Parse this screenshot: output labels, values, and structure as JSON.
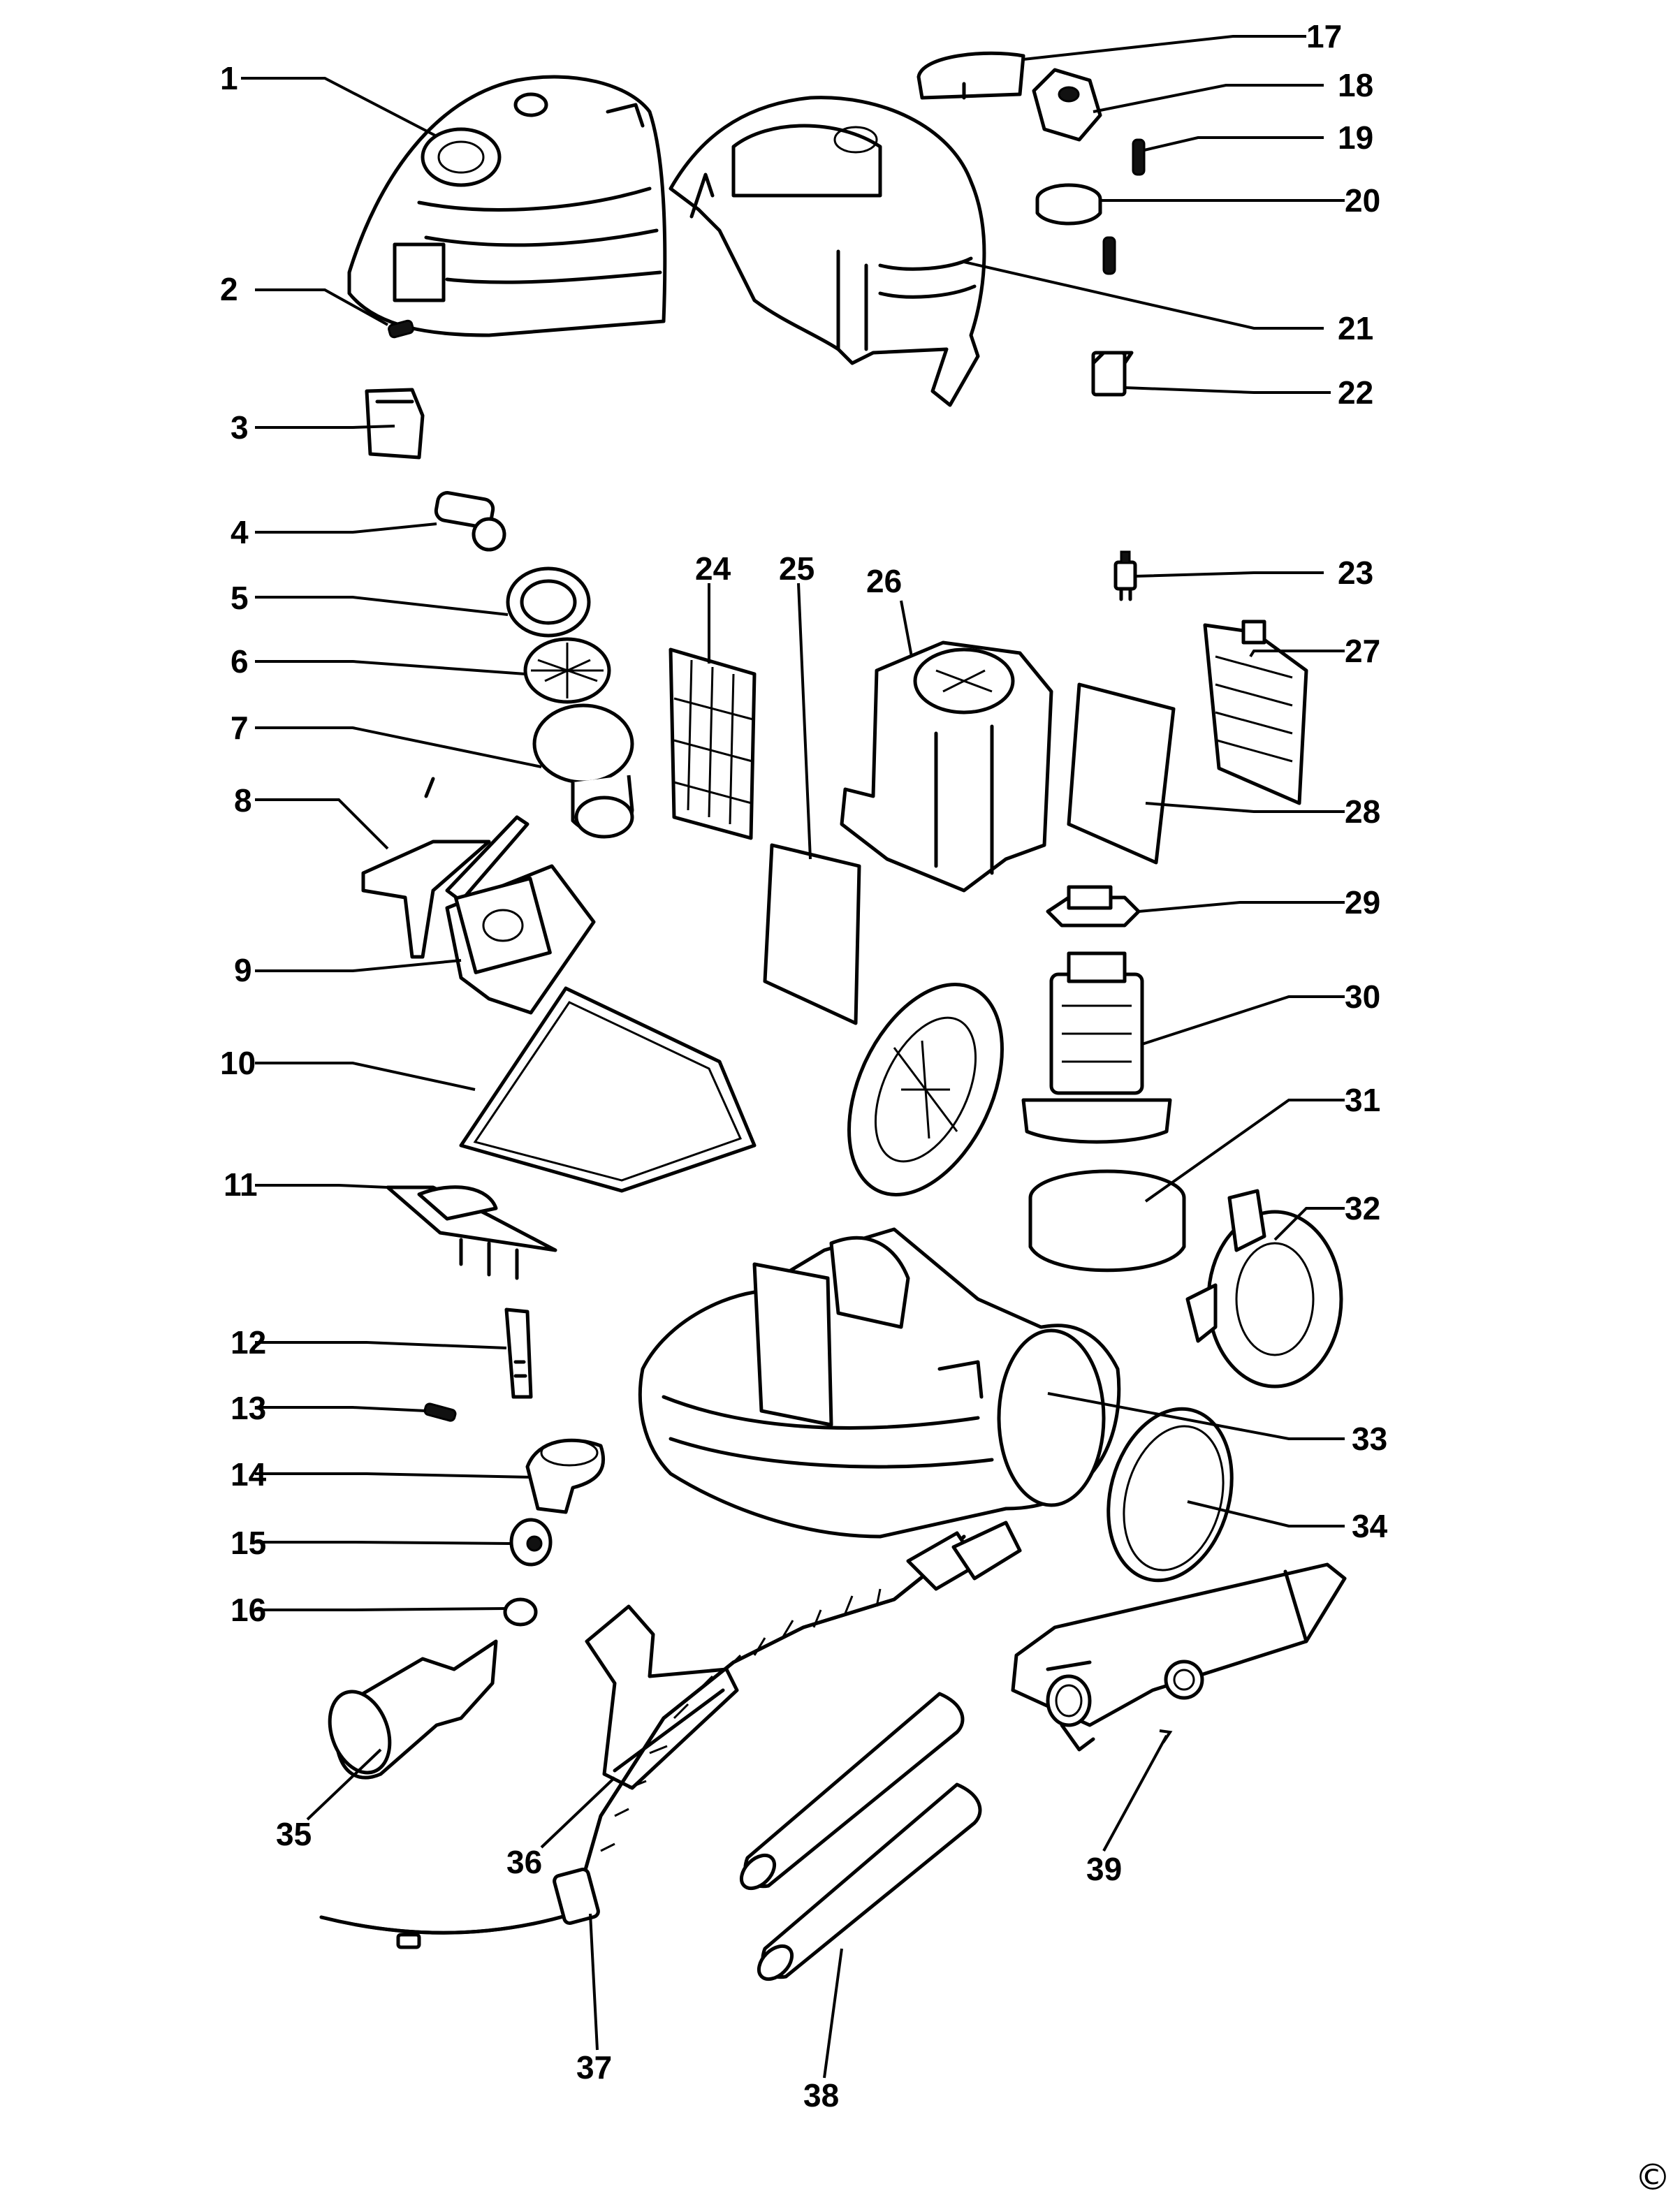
{
  "parts": [
    {
      "n": "1"
    },
    {
      "n": "2"
    },
    {
      "n": "3"
    },
    {
      "n": "4"
    },
    {
      "n": "5"
    },
    {
      "n": "6"
    },
    {
      "n": "7"
    },
    {
      "n": "8"
    },
    {
      "n": "9"
    },
    {
      "n": "10"
    },
    {
      "n": "11"
    },
    {
      "n": "12"
    },
    {
      "n": "13"
    },
    {
      "n": "14"
    },
    {
      "n": "15"
    },
    {
      "n": "16"
    },
    {
      "n": "17"
    },
    {
      "n": "18"
    },
    {
      "n": "19"
    },
    {
      "n": "20"
    },
    {
      "n": "21"
    },
    {
      "n": "22"
    },
    {
      "n": "23"
    },
    {
      "n": "24"
    },
    {
      "n": "25"
    },
    {
      "n": "26"
    },
    {
      "n": "27"
    },
    {
      "n": "28"
    },
    {
      "n": "29"
    },
    {
      "n": "30"
    },
    {
      "n": "31"
    },
    {
      "n": "32"
    },
    {
      "n": "33"
    },
    {
      "n": "34"
    },
    {
      "n": "35"
    },
    {
      "n": "36"
    },
    {
      "n": "37"
    },
    {
      "n": "38"
    },
    {
      "n": "39"
    }
  ],
  "copyright": "©"
}
